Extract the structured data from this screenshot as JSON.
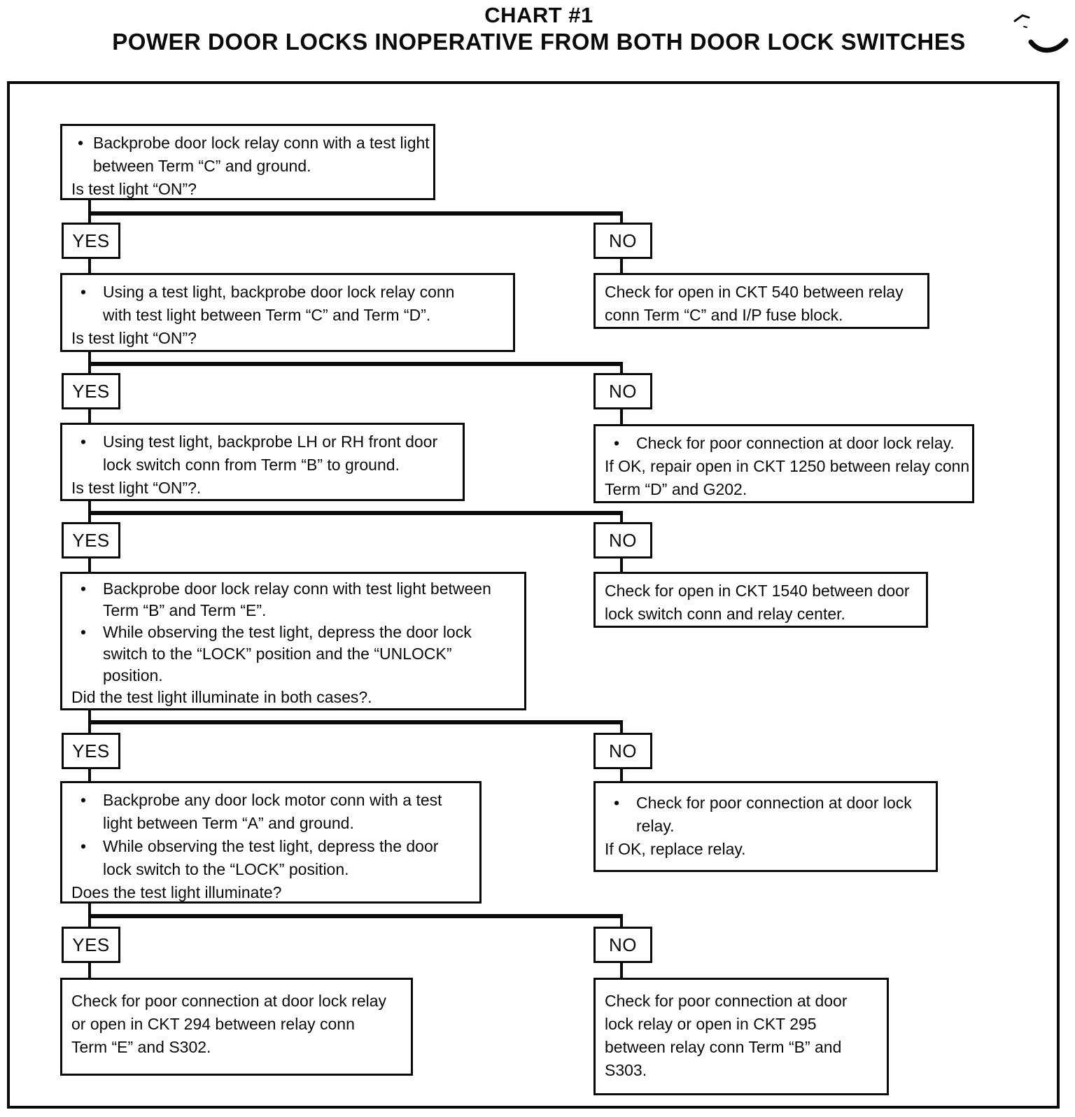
{
  "title": {
    "line1": "CHART #1",
    "line2": "POWER DOOR LOCKS INOPERATIVE FROM BOTH DOOR LOCK SWITCHES"
  },
  "labels": {
    "yes": "YES",
    "no": "NO"
  },
  "glyphs": {
    "bullet": "•"
  },
  "steps": {
    "q1": [
      "Backprobe door lock relay conn with a test light",
      "between Term “C” and ground.",
      "Is test light “ON”?"
    ],
    "a1": [
      "Check for open in CKT 540 between relay",
      "conn Term “C” and I/P fuse block."
    ],
    "q2": [
      "Using a test light, backprobe door lock relay conn",
      "with test light between Term “C” and Term “D”.",
      "Is test light “ON”?"
    ],
    "a2": [
      "Check for poor connection at door lock relay.",
      "If OK, repair open in CKT 1250 between relay conn",
      "Term “D” and G202."
    ],
    "q3": [
      "Using test light, backprobe LH or RH front door",
      "lock switch conn from Term “B” to ground.",
      "Is test light “ON”?."
    ],
    "a3": [
      "Check for open in CKT 1540 between door",
      "lock switch conn and relay center."
    ],
    "q4": [
      "Backprobe door lock relay conn with test light between",
      "Term “B” and Term “E”.",
      "While observing the test light, depress the door lock",
      "switch to the “LOCK” position and the “UNLOCK”",
      "position.",
      "Did the test light illuminate in both cases?."
    ],
    "a4": [
      "Check for poor connection at door lock",
      "relay.",
      "If OK, replace relay."
    ],
    "q5": [
      "Backprobe any door lock motor conn with a test",
      "light between Term “A” and ground.",
      "While observing the test light, depress the door",
      "lock switch to the “LOCK” position.",
      "Does the test light illuminate?"
    ],
    "final_yes": [
      "Check for poor connection at door lock relay",
      "or open in CKT 294 between relay conn",
      "Term “E” and S302."
    ],
    "final_no": [
      "Check for poor connection at door",
      "lock relay or open in CKT 295",
      "between relay conn Term “B” and",
      "S303."
    ]
  }
}
